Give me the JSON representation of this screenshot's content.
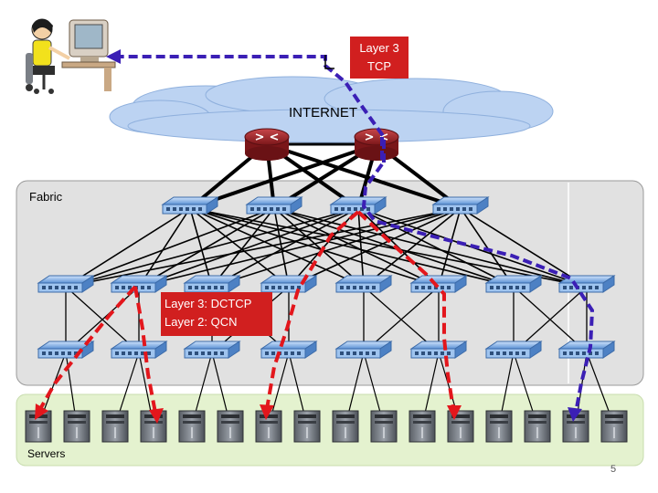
{
  "callouts": {
    "internet_layer": "Layer 3",
    "internet_protocol": "TCP",
    "fabric_layer3": "Layer 3: DCTCP",
    "fabric_layer2": "Layer 2: QCN"
  },
  "labels": {
    "internet": "INTERNET",
    "fabric": "Fabric",
    "servers": "Servers",
    "page_number": "5"
  },
  "colors": {
    "callout_background": "#d11f1f",
    "red_path": "#e3161c",
    "blue_path": "#3b1fb5",
    "cloud": "#bcd3f2",
    "fabric_panel": "#e1e1e1",
    "server_panel": "#e4f2cf",
    "router": "#a0262a",
    "switch": "#7aaee8"
  },
  "icons": {
    "user": "person-at-computer-icon",
    "router": "router-icon",
    "switch": "switch-icon",
    "server": "server-tower-icon"
  }
}
